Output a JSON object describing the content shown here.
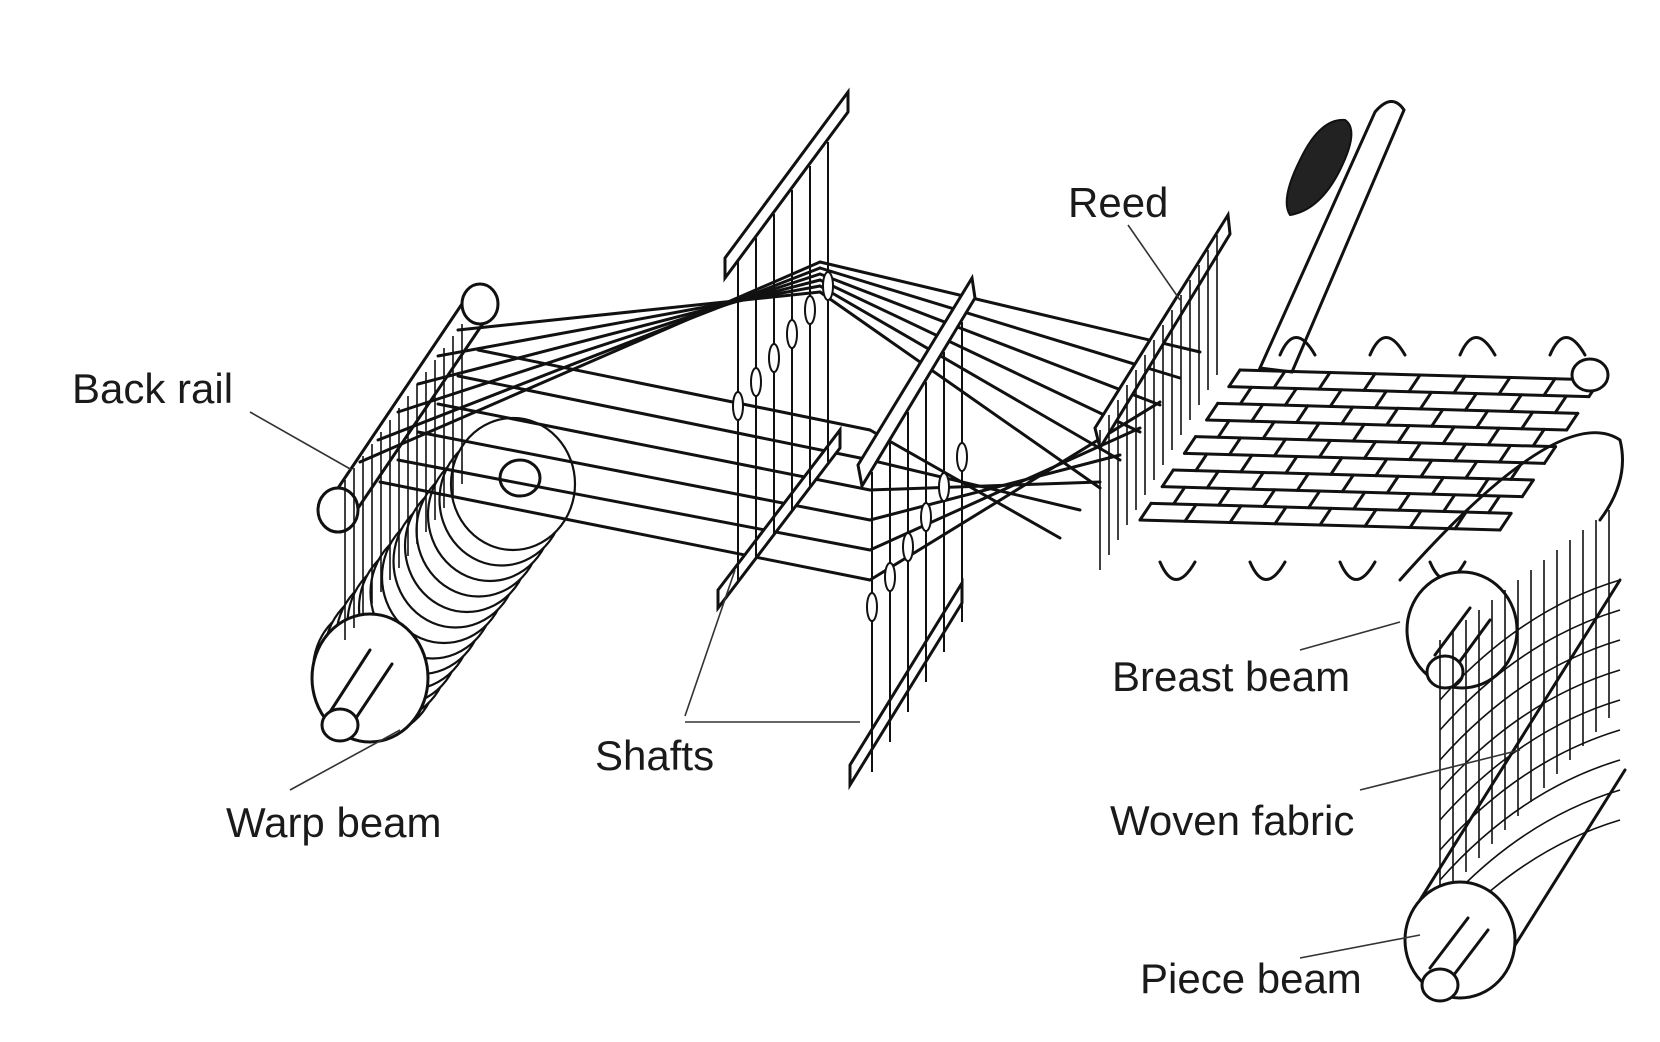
{
  "labels": {
    "reed": "Reed",
    "back_rail": "Back rail",
    "breast_beam": "Breast beam",
    "shafts": "Shafts",
    "warp_beam": "Warp beam",
    "woven_fabric": "Woven fabric",
    "piece_beam": "Piece beam"
  },
  "colors": {
    "line": "#111111",
    "background": "#ffffff",
    "shuttle_fill": "#222222"
  }
}
